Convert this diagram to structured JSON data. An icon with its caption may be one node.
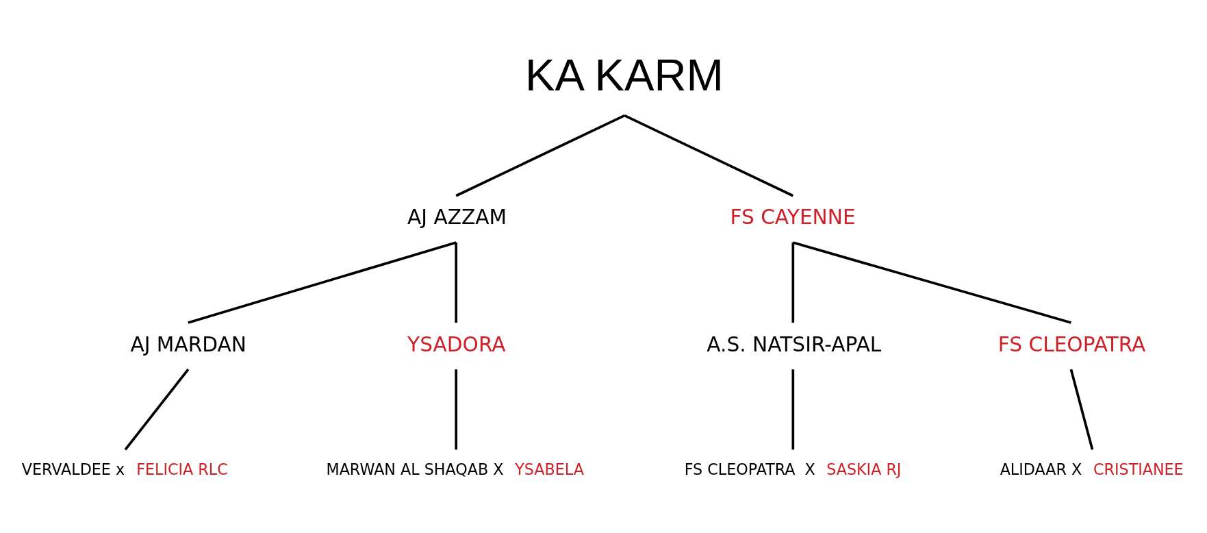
{
  "diagram": {
    "nodes": [
      {
        "text": [
          "KA KARM"
        ]
      },
      {
        "text": [
          "AJ AZZAM"
        ]
      },
      {
        "text": [
          "FS CAYENNE"
        ]
      },
      {
        "text": [
          "AJ MARDAN"
        ]
      },
      {
        "text": [
          "YSADORA"
        ]
      },
      {
        "text": [
          "A.S. NATSIR-APAL"
        ]
      },
      {
        "text": [
          "FS CLEOPATRA"
        ]
      },
      {
        "text": [
          "VERVALDEE x",
          "FELICIA RLC"
        ]
      },
      {
        "text": [
          "MARWAN AL SHAQAB X",
          "YSABELA"
        ]
      },
      {
        "text": [
          "FS CLEOPATRA  X",
          "SASKIA RJ"
        ]
      },
      {
        "text": [
          "ALIDAAR X",
          "CRISTIANEE"
        ]
      }
    ],
    "edges": [
      {
        "from": 0,
        "to": 1,
        "arrow": "none"
      },
      {
        "from": 0,
        "to": 2,
        "arrow": "none"
      },
      {
        "from": 1,
        "to": 3,
        "arrow": "none"
      },
      {
        "from": 1,
        "to": 4,
        "arrow": "none"
      },
      {
        "from": 2,
        "to": 5,
        "arrow": "none"
      },
      {
        "from": 2,
        "to": 6,
        "arrow": "none"
      },
      {
        "from": 3,
        "to": 7,
        "arrow": "none"
      },
      {
        "from": 4,
        "to": 8,
        "arrow": "none"
      },
      {
        "from": 5,
        "to": 9,
        "arrow": "none"
      },
      {
        "from": 6,
        "to": 10,
        "arrow": "none"
      }
    ]
  }
}
